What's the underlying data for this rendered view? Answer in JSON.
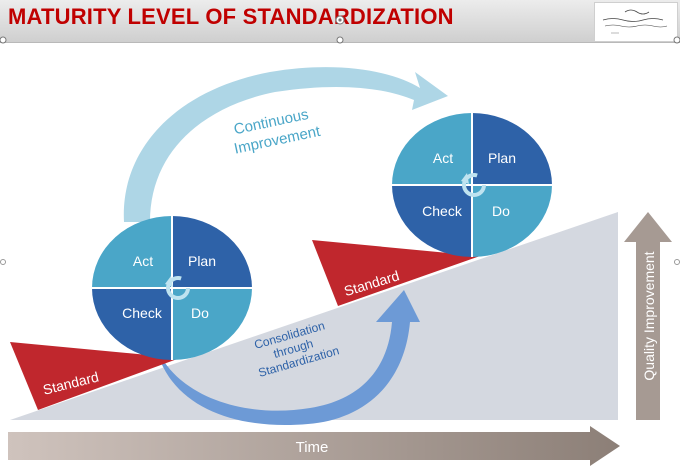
{
  "title": "MATURITY LEVEL OF STANDARDIZATION",
  "colors": {
    "title": "#c00000",
    "standard_wedge": "#c0272d",
    "slope": "#d4d8e0",
    "pdca_dark": "#2e62a8",
    "pdca_light": "#4aa6c8",
    "continuous_arrow": "#aed6e6",
    "consolidation_arrow": "#6d9ad6",
    "grey_arrow": "#a69a93"
  },
  "pdca_lower": {
    "act": "Act",
    "plan": "Plan",
    "check": "Check",
    "do": "Do"
  },
  "pdca_upper": {
    "act": "Act",
    "plan": "Plan",
    "check": "Check",
    "do": "Do"
  },
  "standard_lower": "Standard",
  "standard_upper": "Standard",
  "continuous": {
    "line1": "Continuous",
    "line2": "Improvement"
  },
  "consolidation": {
    "line1": "Consolidation",
    "line2": "through",
    "line3": "Standardization"
  },
  "time_label": "Time",
  "quality_label": "Quality Improvement",
  "icons": [
    "cycle-arrow-icon",
    "logo-stamp"
  ]
}
